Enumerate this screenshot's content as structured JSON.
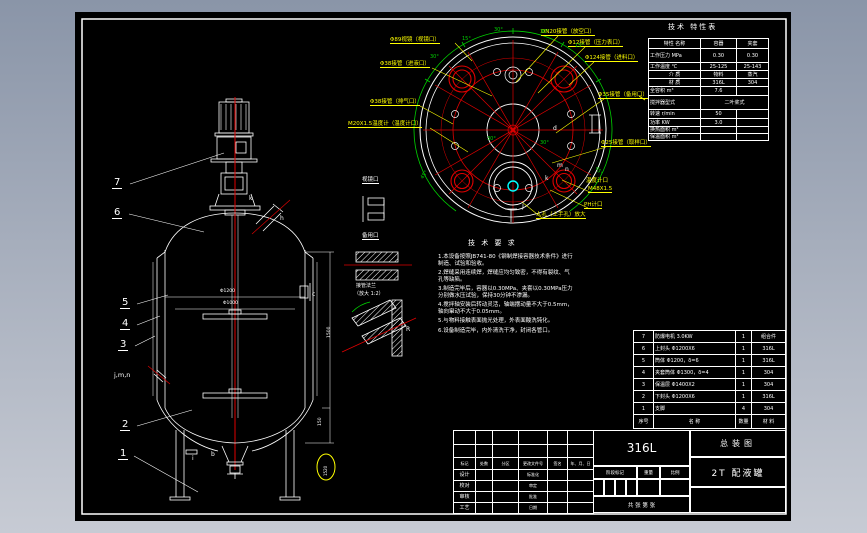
{
  "window": {
    "bg_top": "#8a95a8",
    "bg_bottom": "#c7cbd4"
  },
  "colors": {
    "sheet": "#000000",
    "line": "#ffffff",
    "red": "#e00000",
    "green": "#00d200",
    "yellow": "#ffff00",
    "cyan": "#00ffff"
  },
  "tech_table": {
    "title": "技术 特性表",
    "rows": [
      {
        "name": "特性 名称",
        "c1": "容器",
        "c2": "夹套"
      },
      {
        "name": "工作压力 MPa",
        "c1": "0.30",
        "c2": "0.30"
      },
      {
        "name": "工作温度 ℃",
        "c1": "25-125",
        "c2": "25-143"
      },
      {
        "name": "介 质",
        "c1": "物料",
        "c2": "蒸汽"
      },
      {
        "name": "材 质",
        "c1": "316L",
        "c2": "304"
      },
      {
        "name": "全容积 m³",
        "c1": "7.6",
        "c2": ""
      },
      {
        "name": "搅拌器型式",
        "c1": "二叶桨式",
        "c2": ""
      },
      {
        "name": "转速 r/min",
        "c1": "50",
        "c2": ""
      },
      {
        "name": "功率 KW",
        "c1": "3.0",
        "c2": ""
      },
      {
        "name": "换热面积 m²",
        "c1": "",
        "c2": ""
      },
      {
        "name": "保温面积 m²",
        "c1": "",
        "c2": ""
      }
    ]
  },
  "top_view": {
    "labels": {
      "l1": "Φ89视镜（视镜口）",
      "l2": "Φ38接管（进液口）",
      "l3": "Φ38接管（排气口）",
      "l4": "M20X1.5温度计（温度计口）",
      "t1": "DN20接管（放空口）",
      "t2": "Φ12接管（压力表口）",
      "r1": "Φ124接管（进料口）",
      "r2": "Φ35接管（备用口）",
      "r3": "Φ25接管（取样口）",
      "r4a": "温度计口",
      "r4b": "M48X1.5",
      "r5": "PH计口",
      "b1": "人孔（上手孔）放大"
    },
    "angles": {
      "a1": "15°",
      "a2": "30°",
      "a3": "30°",
      "a4": "30°",
      "a5": "15°",
      "a6": "45°",
      "a7": "45°",
      "a8": "30°",
      "a9": "30°"
    },
    "letters": {
      "d": "d",
      "m": "m",
      "n": "n",
      "k": "k",
      "j": "j"
    }
  },
  "details": {
    "d1_label": "视镜口",
    "d2_label": "备用口",
    "d3_label_1": "接管法兰",
    "d3_label_2": "（放大 1:2）",
    "d3_letter": "R"
  },
  "tech_req": {
    "title": "技 术 要 求",
    "items": [
      "1.本设备按照JB741-80《钢制焊接容器技术条件》进行制造、试验和验收。",
      "2.焊缝采用连续焊，焊缝应均匀致密，不得有裂纹、气孔等缺陷。",
      "3.制造完毕后，容器以0.30MPa、夹套以0.30MPa压力分别做水压试验，保持30分钟不渗漏。",
      "4.搅拌轴安装后转动灵活，轴端摆动量不大于0.5mm，轴向窜动不大于0.05mm。",
      "5.与物料接触表面抛光处理，外表面酸洗钝化。",
      "6.设备制造完毕，内外清洗干净，封闭各管口。"
    ]
  },
  "elevation": {
    "balloons": [
      "1",
      "2",
      "3",
      "4",
      "5",
      "6",
      "7"
    ],
    "letters": {
      "jmn": "j,m,n",
      "c": "c",
      "i": "i",
      "b": "b",
      "k": "k",
      "h": "h"
    },
    "dims": {
      "d1": "Φ1200",
      "d2": "Φ1000",
      "v1": "1500",
      "v2": "150",
      "balloon": "1520"
    }
  },
  "parts_list": {
    "header": {
      "no": "序号",
      "name": "名    称",
      "qty": "数量",
      "mat": "材  料"
    },
    "rows": [
      {
        "no": "7",
        "name": "防爆电机  3.0KW",
        "qty": "1",
        "mat": "组合件"
      },
      {
        "no": "6",
        "name": "上封头  Φ1200X6",
        "qty": "1",
        "mat": "316L"
      },
      {
        "no": "5",
        "name": "筒体  Φ1200，δ=6",
        "qty": "1",
        "mat": "316L"
      },
      {
        "no": "4",
        "name": "夹套筒体  Φ1300，δ=4",
        "qty": "1",
        "mat": "304"
      },
      {
        "no": "3",
        "name": "保温层  Φ1400X2",
        "qty": "1",
        "mat": "304"
      },
      {
        "no": "2",
        "name": "下封头  Φ1200X6",
        "qty": "1",
        "mat": "316L"
      },
      {
        "no": "1",
        "name": "支脚",
        "qty": "4",
        "mat": "304"
      }
    ]
  },
  "title_block": {
    "rev_header": [
      "标记",
      "处数",
      "分区",
      "更改文件号",
      "签名",
      "年、月、日"
    ],
    "left_rows": [
      {
        "c1": "设计",
        "c4": "标准化"
      },
      {
        "c1": "校对",
        "c4": "审定"
      },
      {
        "c1": "审核",
        "c4": "批准"
      },
      {
        "c1": "工艺",
        "c4": "日期"
      }
    ],
    "material": "316L",
    "stage_label": "阶段标记",
    "weight_label": "重量",
    "scale_label": "比例",
    "sheet_label": "共  张  第  张",
    "doc_type": "总装图",
    "title": "2T 配液罐"
  }
}
